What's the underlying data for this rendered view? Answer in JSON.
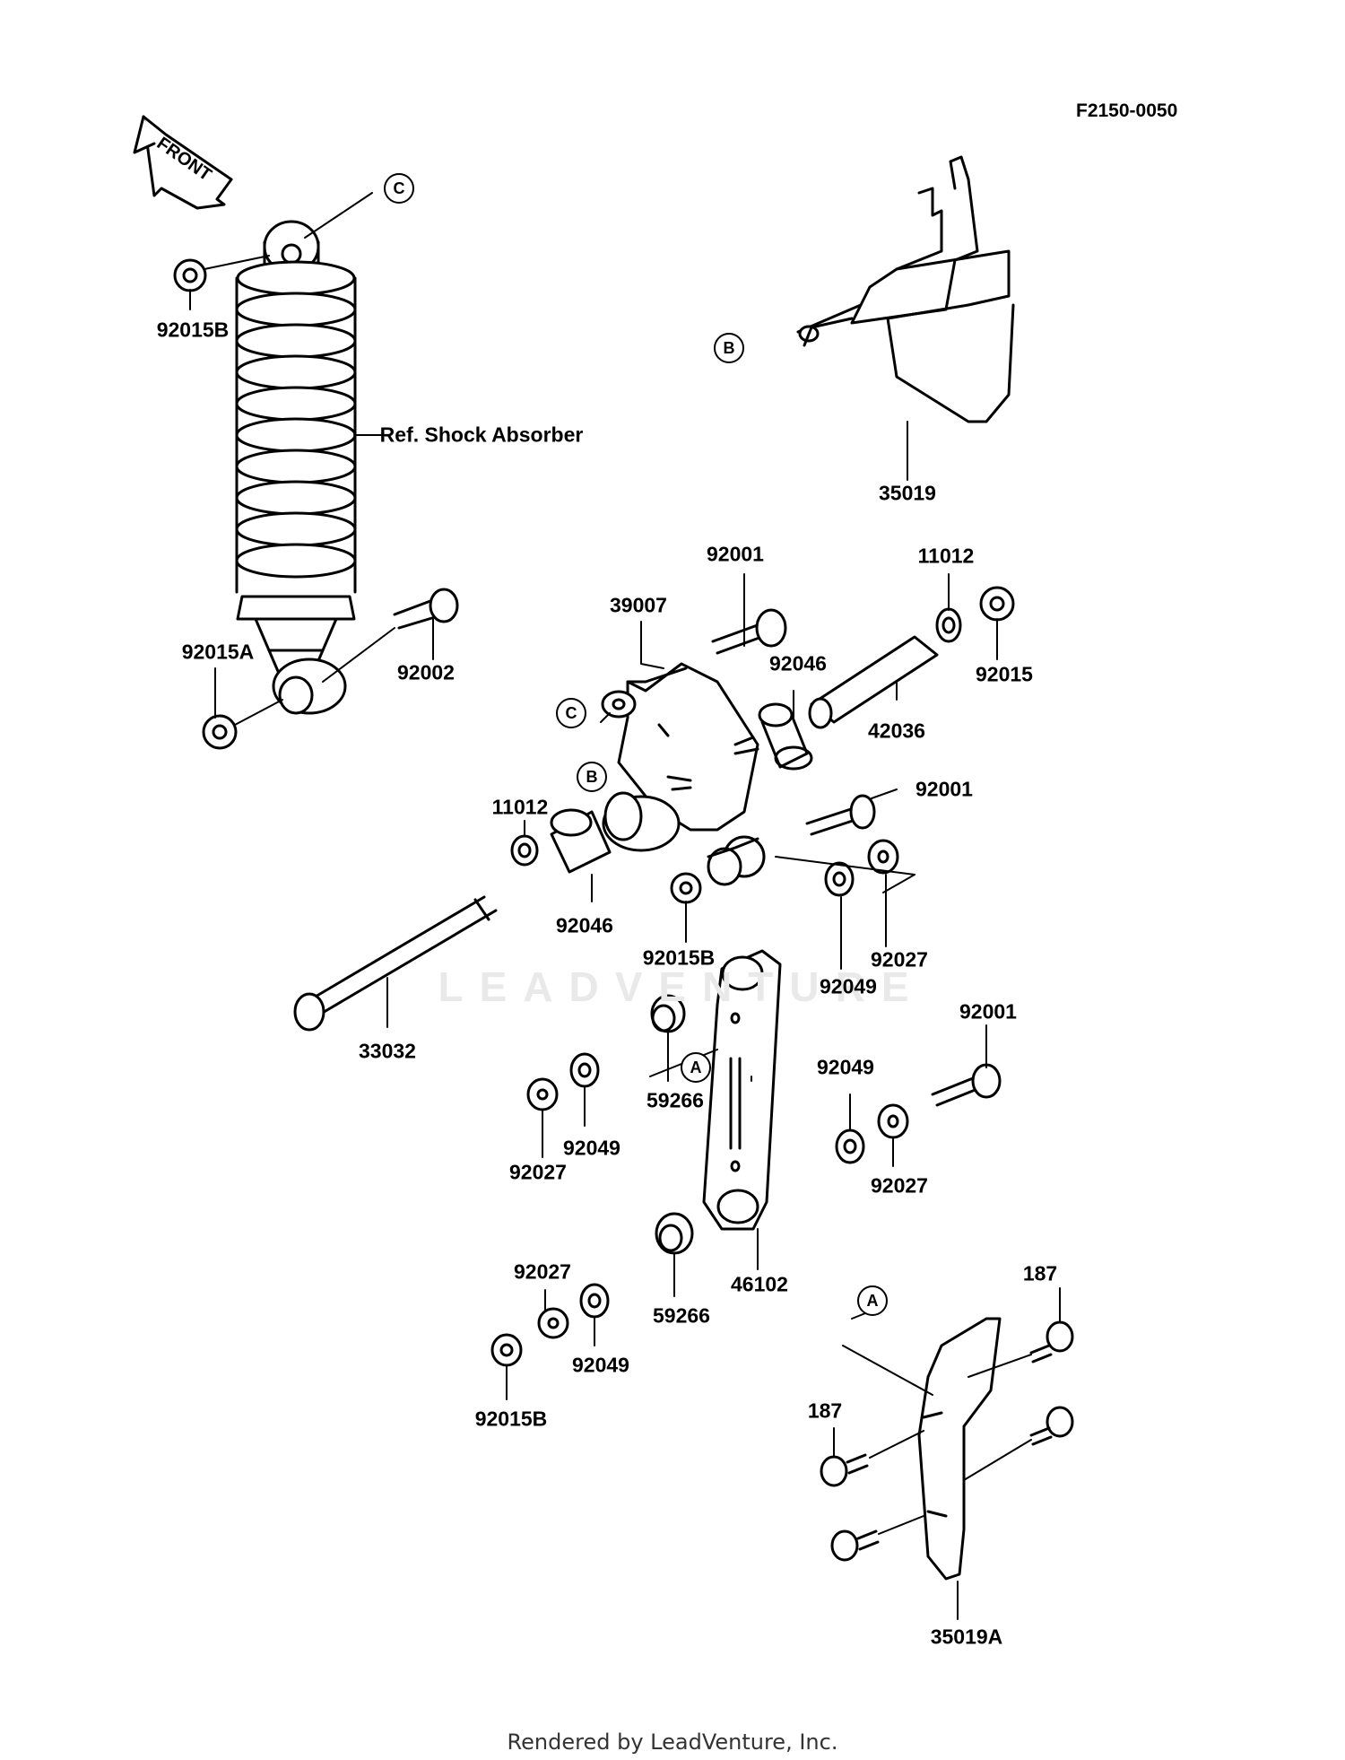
{
  "diagram_code": "F2150-0050",
  "front_label": "FRONT",
  "watermark": "LEADVENTURE",
  "footer": "Rendered by LeadVenture, Inc.",
  "ref_label": "Ref. Shock Absorber",
  "callouts": {
    "A": "A",
    "B": "B",
    "C": "C"
  },
  "parts": {
    "p92015B_top": "92015B",
    "p92015A": "92015A",
    "p92002": "92002",
    "p35019": "35019",
    "p92001_a": "92001",
    "p39007": "39007",
    "p11012_a": "11012",
    "p92015": "92015",
    "p92046_a": "92046",
    "p42036": "42036",
    "p92001_b": "92001",
    "p11012_b": "11012",
    "p92046_b": "92046",
    "p92015B_mid": "92015B",
    "p92027_a": "92027",
    "p92049_a": "92049",
    "p33032": "33032",
    "p92001_c": "92001",
    "p59266_a": "59266",
    "p92049_b": "92049",
    "p92049_c": "92049",
    "p92027_b": "92027",
    "p92027_c": "92027",
    "p46102": "46102",
    "p92027_d": "92027",
    "p59266_b": "59266",
    "p92049_d": "92049",
    "p92015B_bot": "92015B",
    "p187_a": "187",
    "p187_b": "187",
    "p35019A": "35019A"
  }
}
